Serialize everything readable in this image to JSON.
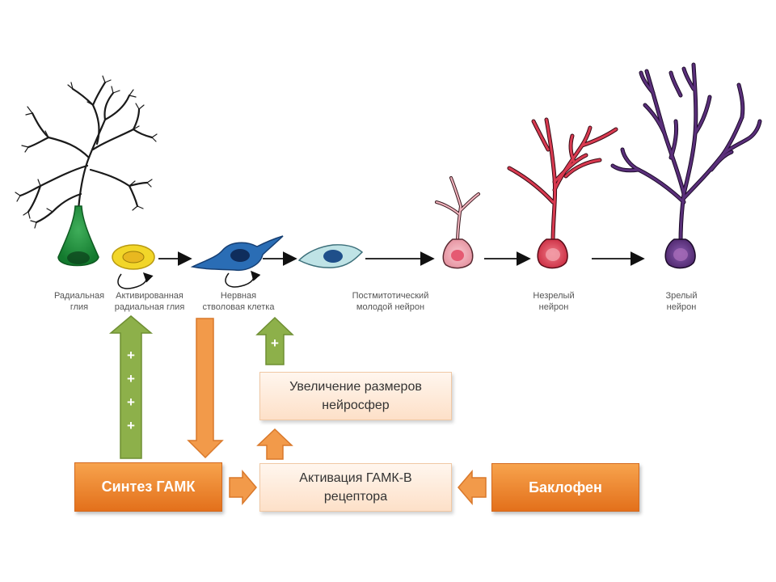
{
  "stages": [
    {
      "label": "Радиальная\nглия"
    },
    {
      "label": "Активированная\nрадиальная глия"
    },
    {
      "label": "Нервная\nстволовая клетка"
    },
    {
      "label": "Постмитотический\nмолодой нейрон"
    },
    {
      "label": "Незрелый\nнейрон"
    },
    {
      "label": "Зрелый\nнейрон"
    }
  ],
  "boxes": {
    "enlargement": "Увеличение  размеров\nнейросфер",
    "activation": "Активация  ГАМК-B\nрецептора",
    "synthesis": "Синтез ГАМК",
    "baclofen": "Баклофен"
  },
  "markers": {
    "plus_stack": [
      "+",
      "+",
      "+",
      "+"
    ],
    "plus_single": "+"
  },
  "colors": {
    "radial_glia": "#1e8a3c",
    "activated_glia": "#f2d629",
    "stem_cell": "#2a6db5",
    "young_neuron": "#bfe3e6",
    "immature_neuron": "#d93a50",
    "mature_neuron": "#5a2f7a",
    "green_arrow": "#8db04a",
    "orange_arrow": "#f29a4a"
  }
}
